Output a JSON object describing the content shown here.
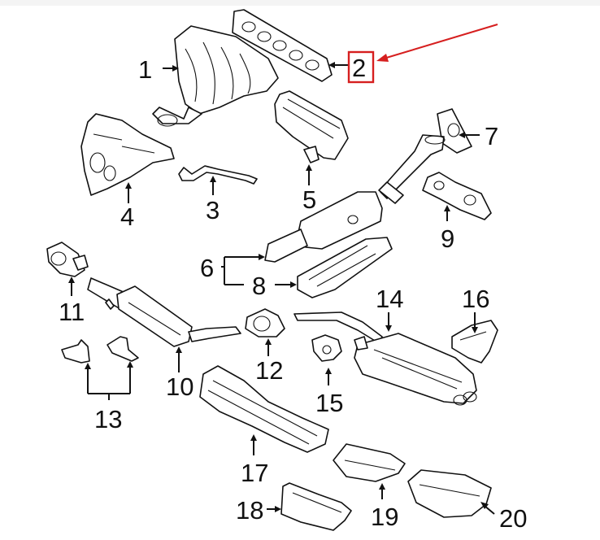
{
  "callouts": [
    {
      "id": "1",
      "label": "1"
    },
    {
      "id": "2",
      "label": "2"
    },
    {
      "id": "3",
      "label": "3"
    },
    {
      "id": "4",
      "label": "4"
    },
    {
      "id": "5",
      "label": "5"
    },
    {
      "id": "6",
      "label": "6"
    },
    {
      "id": "7",
      "label": "7"
    },
    {
      "id": "8",
      "label": "8"
    },
    {
      "id": "9",
      "label": "9"
    },
    {
      "id": "10",
      "label": "10"
    },
    {
      "id": "11",
      "label": "11"
    },
    {
      "id": "12",
      "label": "12"
    },
    {
      "id": "13",
      "label": "13"
    },
    {
      "id": "14",
      "label": "14"
    },
    {
      "id": "15",
      "label": "15"
    },
    {
      "id": "16",
      "label": "16"
    },
    {
      "id": "17",
      "label": "17"
    },
    {
      "id": "18",
      "label": "18"
    },
    {
      "id": "19",
      "label": "19"
    },
    {
      "id": "20",
      "label": "20"
    }
  ],
  "highlight": {
    "callout": "2",
    "color": "#d61f1f"
  }
}
